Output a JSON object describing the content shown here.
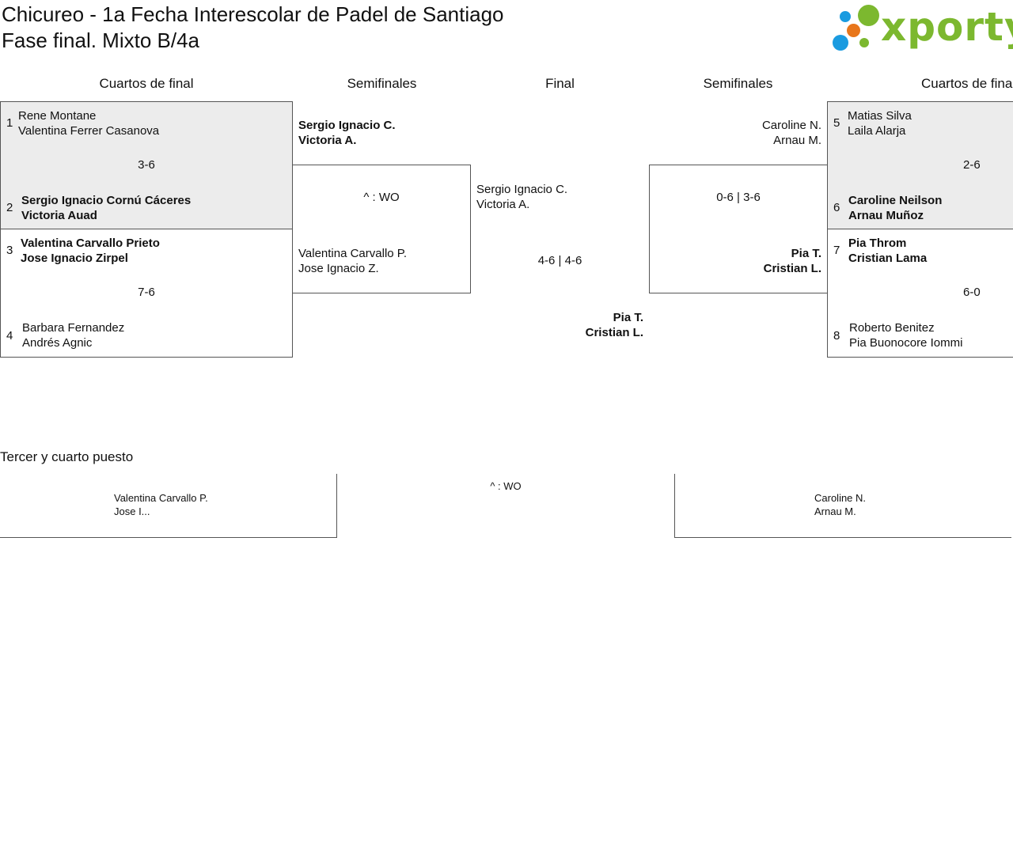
{
  "header": {
    "title_line1": "Chicureo - 1a Fecha Interescolar de Padel de Santiago",
    "title_line2": "Fase final. Mixto B/4a",
    "logo_text": "xporty",
    "colors": {
      "logo_green": "#7cb82f",
      "dot_blue": "#1a9be0",
      "dot_orange": "#e8761b",
      "dot_green": "#7cb82f"
    }
  },
  "columns": {
    "qf_left": "Cuartos de final",
    "sf_left": "Semifinales",
    "final": "Final",
    "sf_right": "Semifinales",
    "qf_right": "Cuartos de final"
  },
  "qf_left": {
    "m1": {
      "seed_a": "1",
      "team_a": [
        "Rene Montane",
        "Valentina Ferrer Casanova"
      ],
      "score": "3-6",
      "seed_b": "2",
      "team_b": [
        "Sergio Ignacio Cornú Cáceres",
        "Victoria Auad"
      ]
    },
    "m2": {
      "seed_a": "3",
      "team_a": [
        "Valentina Carvallo Prieto",
        "Jose Ignacio Zirpel"
      ],
      "score": "7-6",
      "seed_b": "4",
      "team_b": [
        "Barbara Fernandez",
        "Andrés Agnic"
      ]
    }
  },
  "sf_left": {
    "team_a": [
      "Sergio Ignacio C.",
      "Victoria A."
    ],
    "score": "^ : WO",
    "team_b": [
      "Valentina Carvallo P.",
      "Jose Ignacio Z."
    ]
  },
  "final": {
    "team_a": [
      "Sergio Ignacio C.",
      "Victoria A."
    ],
    "score": "4-6 | 4-6",
    "team_b": [
      "Pia T.",
      "Cristian L."
    ]
  },
  "sf_right": {
    "team_a": [
      "Caroline N.",
      "Arnau M."
    ],
    "score": "0-6 | 3-6",
    "team_b": [
      "Pia T.",
      "Cristian L."
    ]
  },
  "qf_right": {
    "m1": {
      "seed_a": "5",
      "team_a": [
        "Matias Silva",
        "Laila Alarja"
      ],
      "score": "2-6",
      "seed_b": "6",
      "team_b": [
        "Caroline Neilson",
        "Arnau Muñoz"
      ]
    },
    "m2": {
      "seed_a": "7",
      "team_a": [
        "Pia Throm",
        "Cristian Lama"
      ],
      "score": "6-0",
      "seed_b": "8",
      "team_b": [
        "Roberto Benitez",
        "Pia Buonocore Iommi"
      ]
    }
  },
  "third_place": {
    "title": "Tercer y cuarto puesto",
    "team_a": [
      "Valentina Carvallo P.",
      "Jose I..."
    ],
    "score": "^ : WO",
    "team_b": [
      "Caroline N.",
      "Arnau M."
    ]
  }
}
